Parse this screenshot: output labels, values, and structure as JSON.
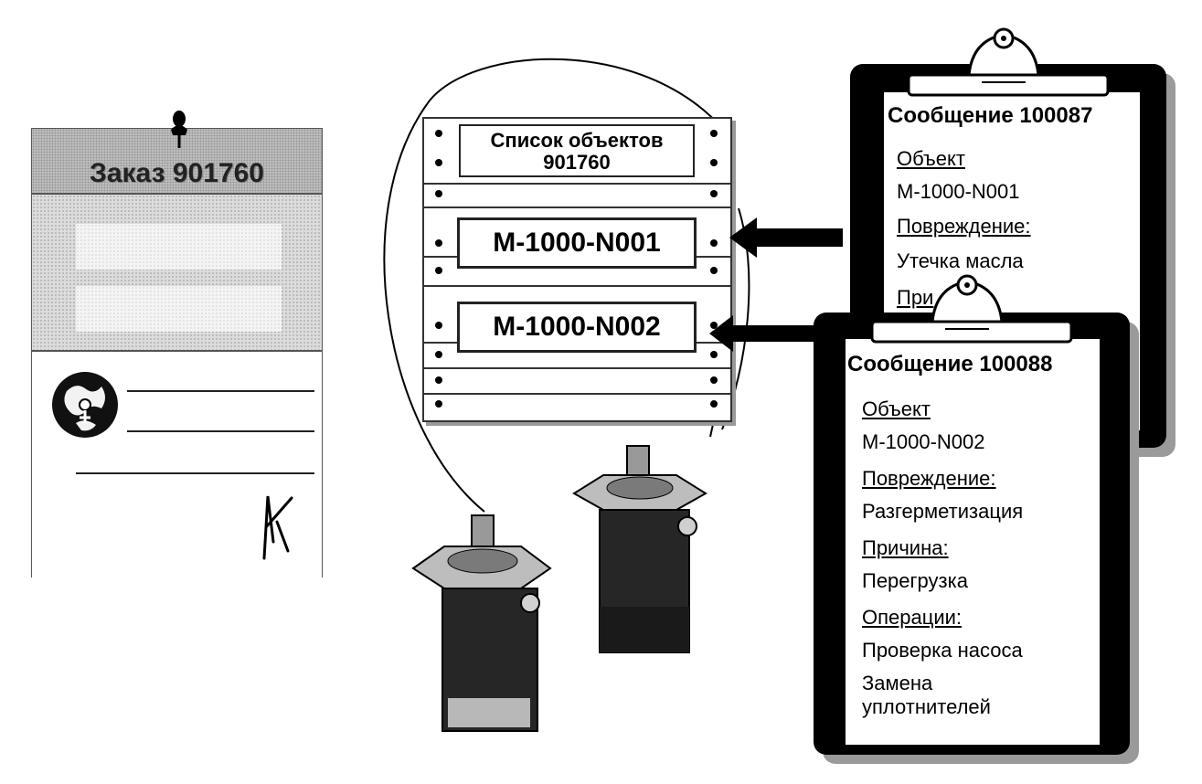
{
  "order": {
    "title": "Заказ 901760"
  },
  "object_list": {
    "title_line1": "Список объектов",
    "title_line2": "901760",
    "items": [
      "M-1000-N001",
      "M-1000-N002"
    ]
  },
  "notification_1": {
    "title": "Сообщение 100087",
    "object_label": "Объект",
    "object_value": "M-1000-N001",
    "damage_label": "Повреждение:",
    "damage_value": "Утечка масла",
    "cause_label_partial": "При"
  },
  "notification_2": {
    "title": "Сообщение 100088",
    "object_label": "Объект",
    "object_value": "M-1000-N002",
    "damage_label": "Повреждение:",
    "damage_value": "Разгерметизация",
    "cause_label": "Причина:",
    "cause_value": "Перегрузка",
    "operations_label": "Операции:",
    "operations": [
      "Проверка насоса",
      "Замена",
      "уплотнителей"
    ]
  }
}
